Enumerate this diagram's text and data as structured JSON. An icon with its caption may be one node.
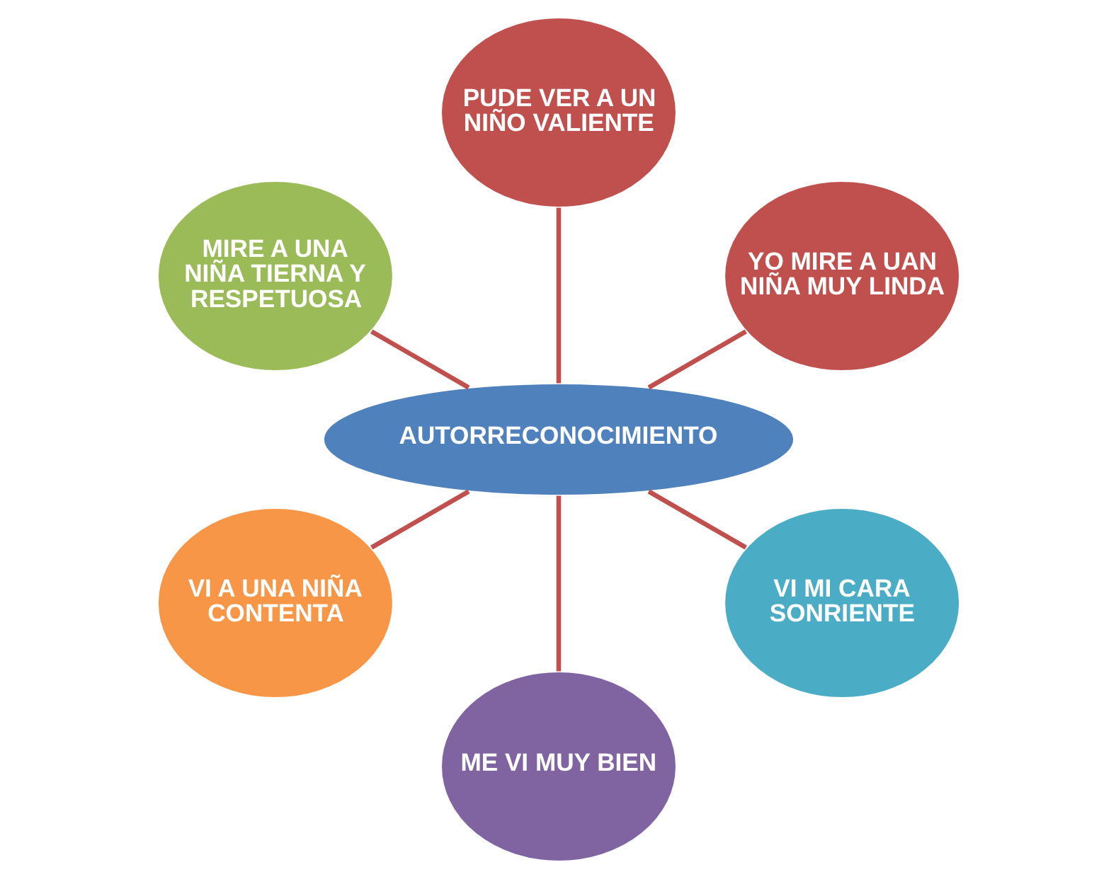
{
  "diagram": {
    "nodes": [
      {
        "text": [
          "AUTORRECONOCIMIENTO"
        ]
      },
      {
        "text": [
          "YO MIRE A UAN NIÑA MUY LINDA"
        ]
      },
      {
        "text": [
          "PUDE VER A UN NIÑO VALIENTE"
        ]
      },
      {
        "text": [
          "MIRE A UNA NIÑA TIERNA Y RESPETUOSA"
        ]
      },
      {
        "text": [
          "VI A UNA NIÑA CONTENTA"
        ]
      },
      {
        "text": [
          "ME VI MUY BIEN"
        ]
      },
      {
        "text": [
          "VI MI CARA SONRIENTE"
        ]
      }
    ],
    "edges": [
      {
        "from": 0,
        "to": 1,
        "arrow": "none"
      },
      {
        "from": 0,
        "to": 2,
        "arrow": "none"
      },
      {
        "from": 0,
        "to": 3,
        "arrow": "none"
      },
      {
        "from": 0,
        "to": 4,
        "arrow": "none"
      },
      {
        "from": 0,
        "to": 5,
        "arrow": "none"
      },
      {
        "from": 0,
        "to": 6,
        "arrow": "none"
      }
    ]
  }
}
